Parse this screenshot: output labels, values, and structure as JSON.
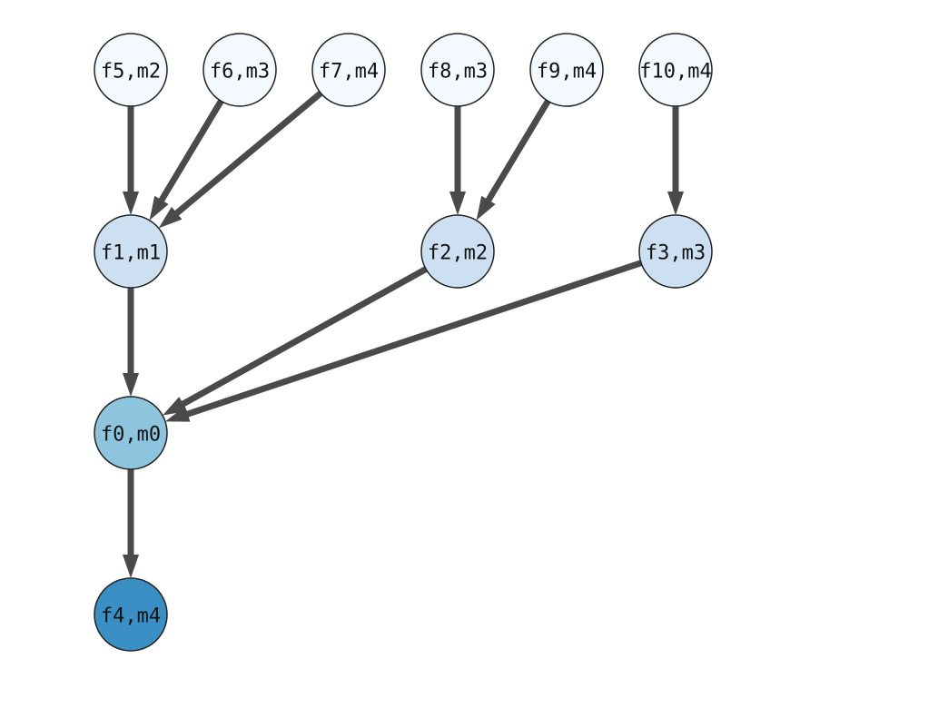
{
  "nodes": [
    {
      "id": "f5",
      "label": "f5,m2",
      "color": "#f4f9ff"
    },
    {
      "id": "f6",
      "label": "f6,m3",
      "color": "#f4f9ff"
    },
    {
      "id": "f7",
      "label": "f7,m4",
      "color": "#f4f9ff"
    },
    {
      "id": "f8",
      "label": "f8,m3",
      "color": "#f4f9ff"
    },
    {
      "id": "f9",
      "label": "f9,m4",
      "color": "#f4f9ff"
    },
    {
      "id": "f10",
      "label": "f10,m4",
      "color": "#f4f9ff"
    },
    {
      "id": "f1",
      "label": "f1,m1",
      "color": "#cde0f1"
    },
    {
      "id": "f2",
      "label": "f2,m2",
      "color": "#cde0f1"
    },
    {
      "id": "f3",
      "label": "f3,m3",
      "color": "#cde0f1"
    },
    {
      "id": "f0",
      "label": "f0,m0",
      "color": "#8ec4de"
    },
    {
      "id": "f4",
      "label": "f4,m4",
      "color": "#3a90c4"
    }
  ],
  "edges": [
    {
      "from": "f5",
      "to": "f1"
    },
    {
      "from": "f6",
      "to": "f1"
    },
    {
      "from": "f7",
      "to": "f1"
    },
    {
      "from": "f8",
      "to": "f2"
    },
    {
      "from": "f9",
      "to": "f2"
    },
    {
      "from": "f10",
      "to": "f3"
    },
    {
      "from": "f1",
      "to": "f0"
    },
    {
      "from": "f2",
      "to": "f0"
    },
    {
      "from": "f3",
      "to": "f0"
    },
    {
      "from": "f0",
      "to": "f4"
    }
  ],
  "colors": {
    "edge": "#4a4a4a",
    "node_stroke": "#222222"
  }
}
